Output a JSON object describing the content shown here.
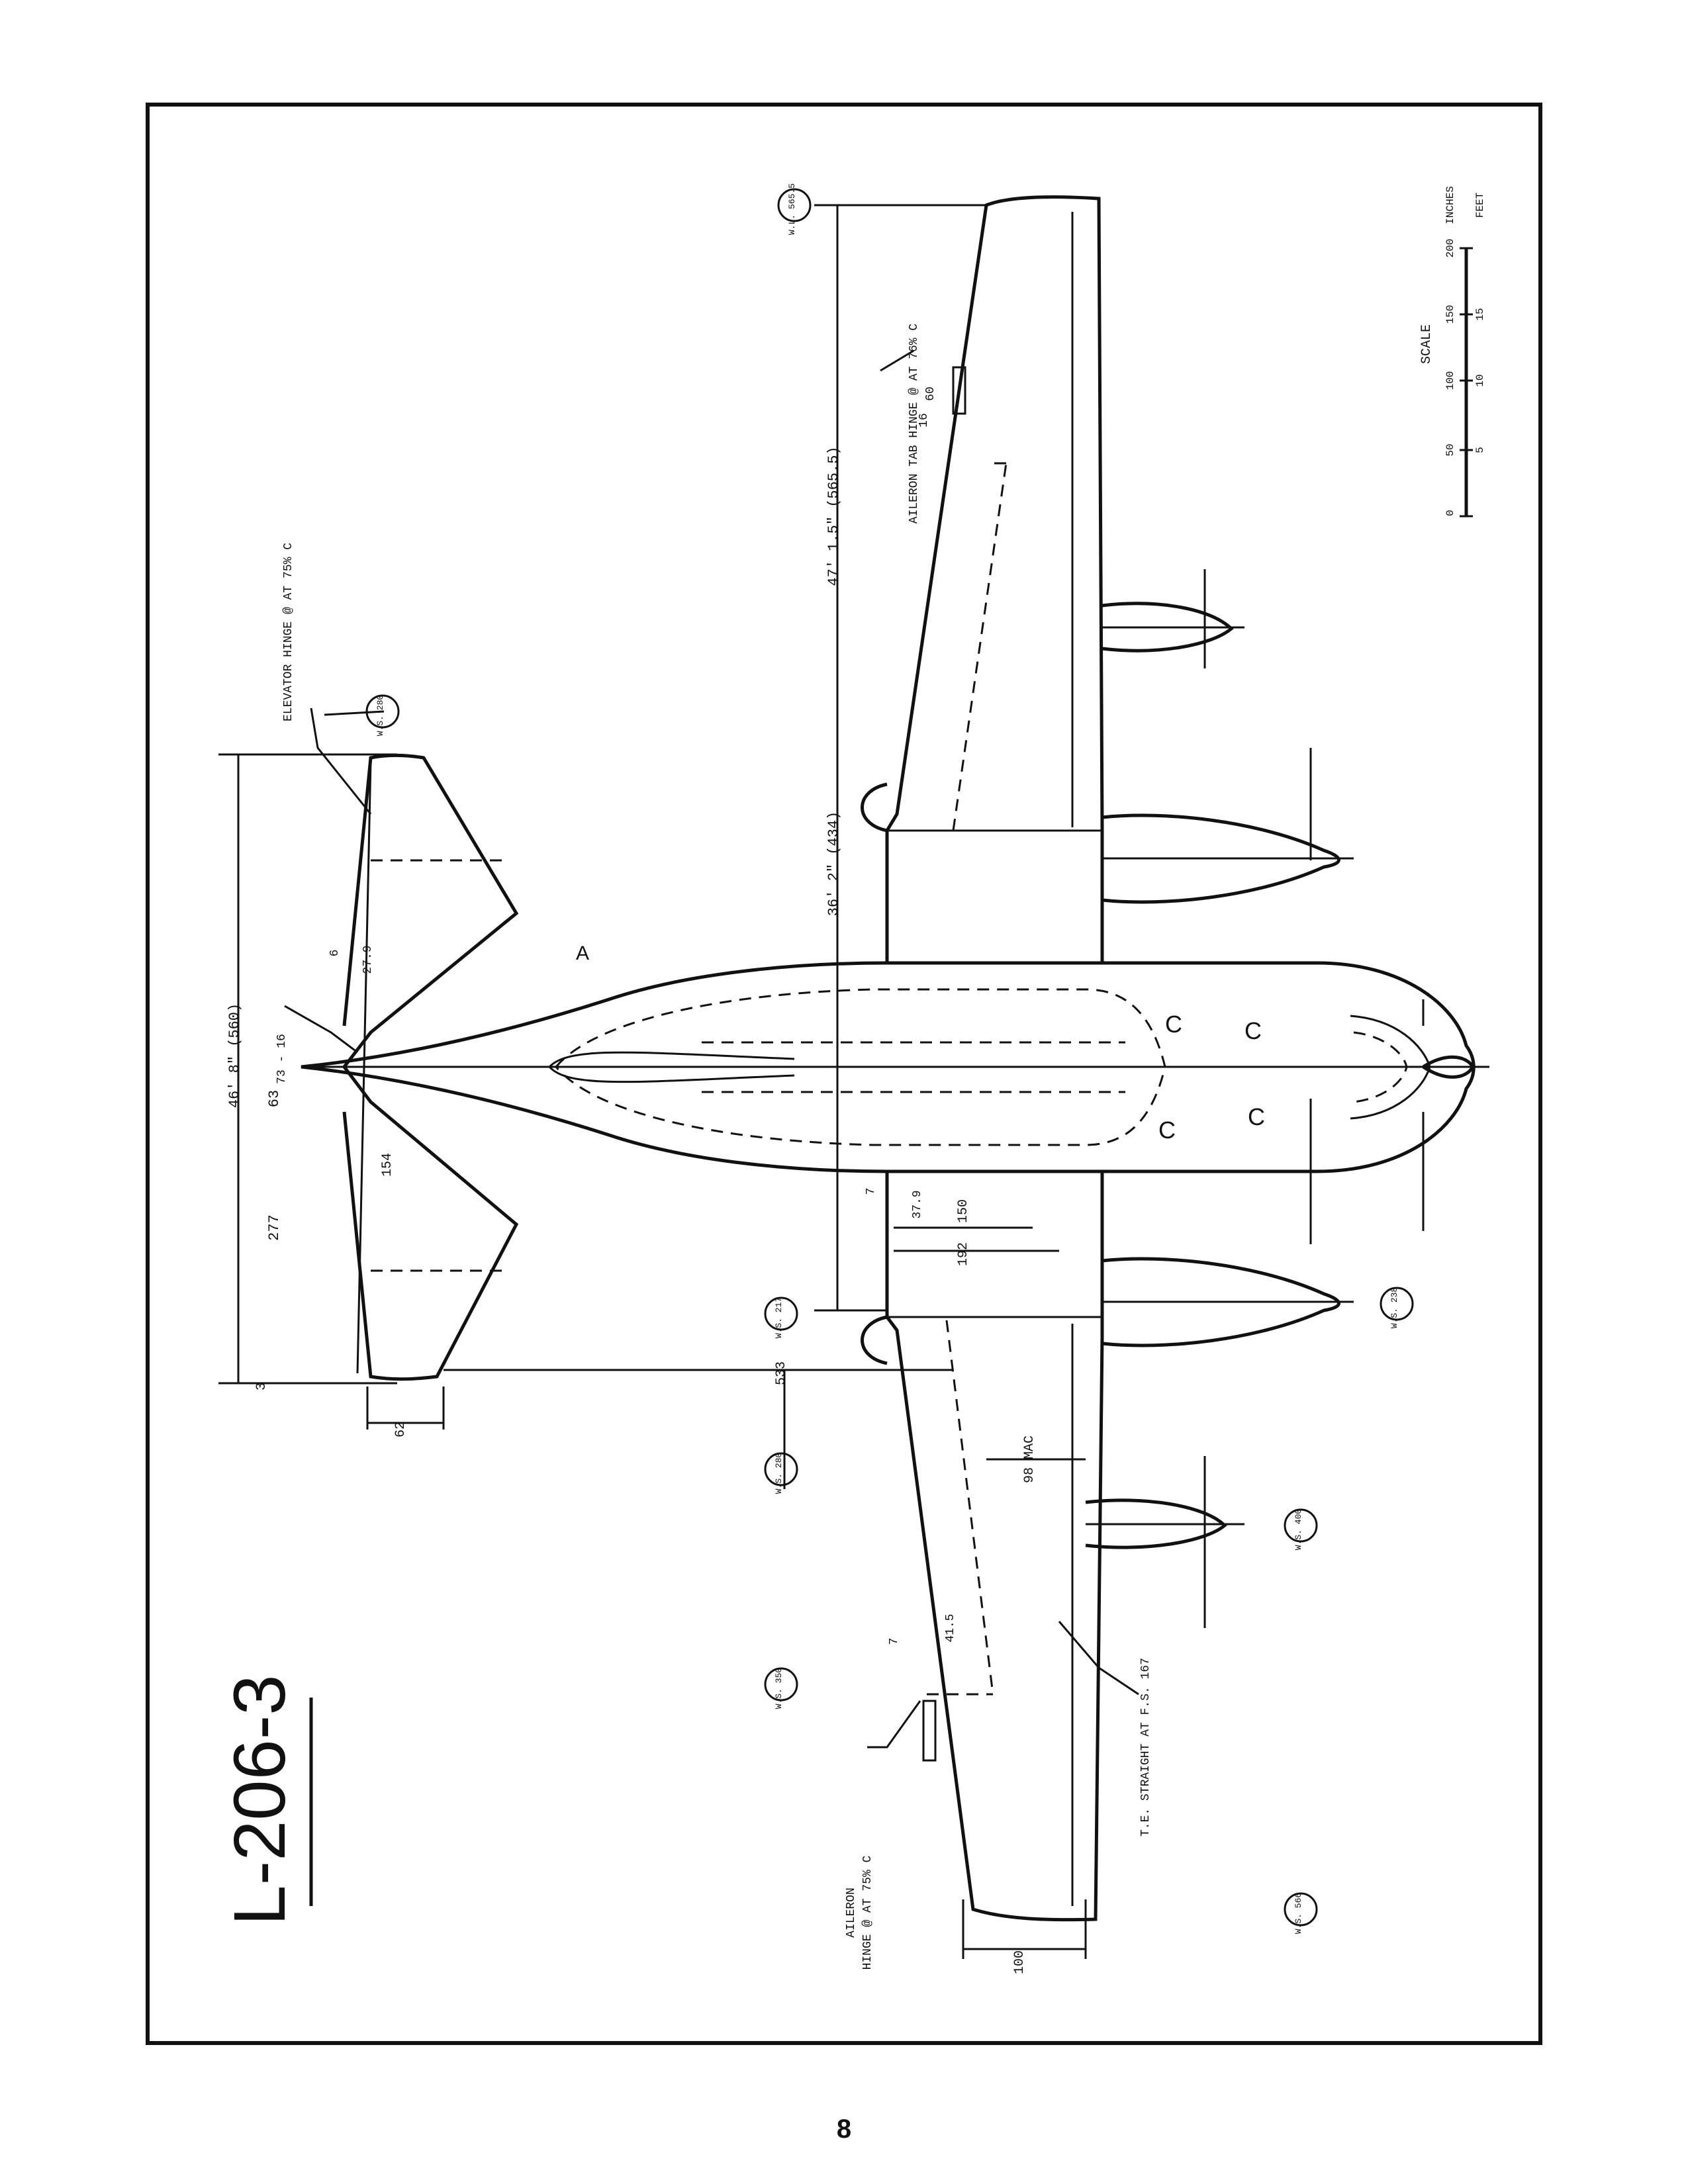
{
  "drawing": {
    "model": "L-206-3",
    "dimensions": {
      "span_half": "47' 1.5\" (565.5)",
      "inboard_span": "36' 2\" (434)",
      "tail_span": "46' 8\" (560)",
      "tail_277": "277",
      "tail_63": "63",
      "tail_154": "154",
      "tail_62": "62",
      "tail_3": "3",
      "tail_279": "27.9",
      "tail_6": "6",
      "tail_sweep": "73 - 16",
      "wing_150": "150",
      "wing_192": "192",
      "wing_379": "37.9",
      "wing_7": "7",
      "mac": "98 MAC",
      "dist_533": "533",
      "aileron_415": "41.5",
      "aileron_7": "7",
      "tip_100": "100",
      "tab_16": "16",
      "tab_60": "60"
    },
    "callouts": {
      "elevator_hinge": "ELEVATOR HINGE @ AT 75% C",
      "aileron_tab": "AILERON TAB HINGE @ AT 76% C",
      "aileron_hinge_line1": "AILERON",
      "aileron_hinge_line2": "HINGE @ AT 75% C",
      "te_straight": "T.E. STRAIGHT AT F.S. 167"
    },
    "station_bubbles": [
      {
        "id": "wl-tip-top",
        "text": "W.L.\n565.5"
      },
      {
        "id": "tail-tip",
        "text": "W.S.\n280"
      },
      {
        "id": "wing-217",
        "text": "W.S.\n217"
      },
      {
        "id": "wing-280",
        "text": "W.S.\n280"
      },
      {
        "id": "wing-350",
        "text": "W.S.\n350"
      },
      {
        "id": "nacelle-238",
        "text": "W.S.\n238"
      },
      {
        "id": "nacelle-400",
        "text": "W.S.\n400"
      },
      {
        "id": "tip-bottom",
        "text": "W.S.\n566"
      }
    ],
    "scale": {
      "title": "SCALE",
      "inch_ticks": [
        "0",
        "50",
        "100",
        "150",
        "200"
      ],
      "feet_ticks": [
        "5",
        "10",
        "15"
      ],
      "unit_inches": "INCHES",
      "unit_feet": "FEET"
    },
    "cockpit_letters": [
      "C",
      "C",
      "C",
      "C",
      "A"
    ]
  },
  "page_number": "8"
}
